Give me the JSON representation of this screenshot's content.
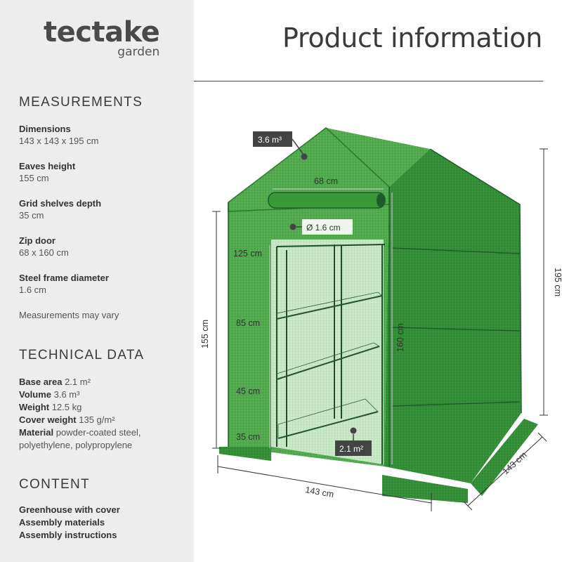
{
  "brand": {
    "name": "tectake",
    "sub": "garden"
  },
  "page_title": "Product information",
  "measurements": {
    "title": "MEASUREMENTS",
    "items": [
      {
        "label": "Dimensions",
        "value": "143 x 143 x 195 cm"
      },
      {
        "label": "Eaves height",
        "value": "155 cm"
      },
      {
        "label": "Grid shelves depth",
        "value": "35 cm"
      },
      {
        "label": "Zip door",
        "value": "68 x 160 cm"
      },
      {
        "label": "Steel frame diameter",
        "value": "1.6 cm"
      }
    ],
    "note": "Measurements may vary"
  },
  "technical": {
    "title": "TECHNICAL DATA",
    "rows": [
      {
        "label": "Base area",
        "value": "2.1 m²"
      },
      {
        "label": "Volume",
        "value": "3.6 m³"
      },
      {
        "label": "Weight",
        "value": "12.5 kg"
      },
      {
        "label": "Cover weight",
        "value": "135 g/m²"
      },
      {
        "label": "Material",
        "value": "powder-coated steel, polyethylene, polypropylene"
      }
    ]
  },
  "content": {
    "title": "CONTENT",
    "items": [
      "Greenhouse with cover",
      "Assembly materials",
      "Assembly instructions"
    ]
  },
  "illustration": {
    "volume_badge": "3.6 m³",
    "door_width": "68 cm",
    "frame_diameter": "Ø 1.6 cm",
    "shelf_heights": [
      "125 cm",
      "85 cm",
      "45 cm",
      "35 cm"
    ],
    "door_height": "160 cm",
    "eaves_height": "155 cm",
    "total_height": "195 cm",
    "width": "143 cm",
    "depth": "143 cm",
    "base_area_badge": "2.1 m²"
  },
  "colors": {
    "sidebar_bg": "#ededed",
    "cover_green": "#3f9a3c",
    "frame_green": "#1f5c2a",
    "badge_dark": "#444444"
  }
}
